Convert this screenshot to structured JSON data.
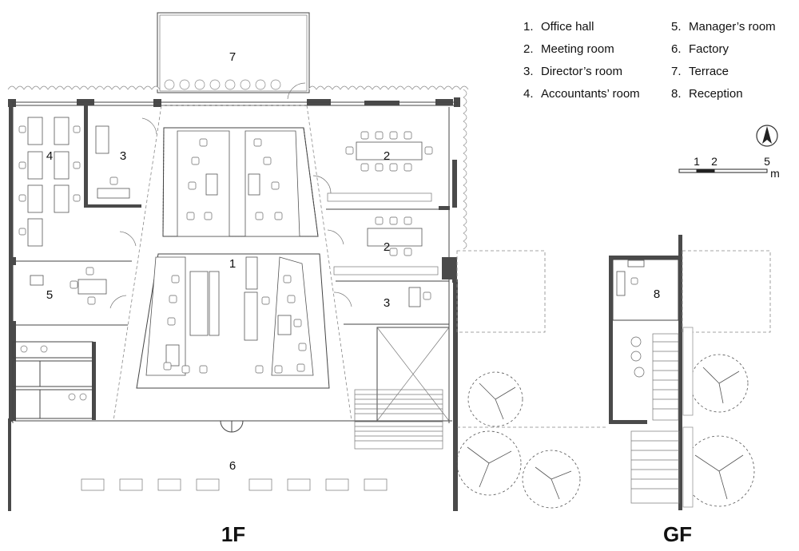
{
  "legend": [
    {
      "num": "1.",
      "label": "Office hall"
    },
    {
      "num": "2.",
      "label": "Meeting room"
    },
    {
      "num": "3.",
      "label": "Director’s room"
    },
    {
      "num": "4.",
      "label": "Accountants’ room"
    },
    {
      "num": "5.",
      "label": "Manager’s room"
    },
    {
      "num": "6.",
      "label": "Factory"
    },
    {
      "num": "7.",
      "label": "Terrace"
    },
    {
      "num": "8.",
      "label": "Reception"
    }
  ],
  "floors": {
    "first": "1F",
    "ground": "GF"
  },
  "rooms_1f": [
    "7",
    "4",
    "3",
    "2",
    "2",
    "1",
    "5",
    "3",
    "6"
  ],
  "rooms_gf": [
    "8"
  ],
  "scale": {
    "ticks": [
      "1",
      "2",
      "5"
    ],
    "unit": "m"
  },
  "colors": {
    "wall": "#4a4a4a",
    "line": "#444444",
    "background": "#ffffff"
  },
  "icons": {
    "north": "north-arrow-icon"
  }
}
